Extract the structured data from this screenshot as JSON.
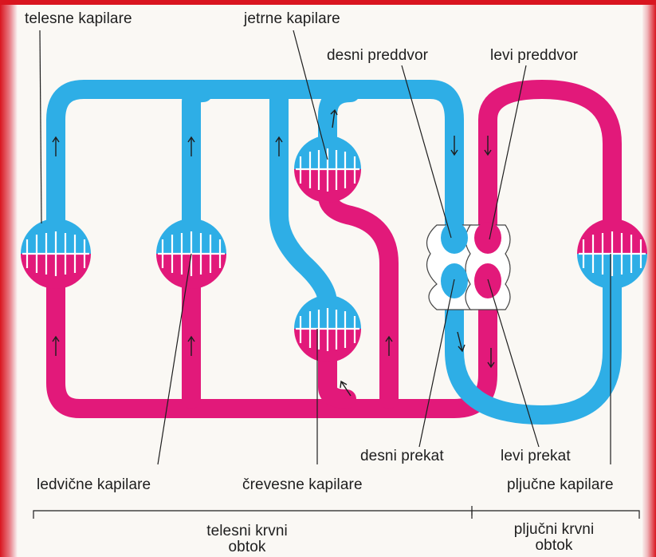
{
  "colors": {
    "systemic_blue": "#2eaee6",
    "pulmonary_pink": "#e2197a",
    "frame": "#d9151f",
    "line": "#1e1e1e"
  },
  "labels": {
    "telesne_kapilare": "telesne kapilare",
    "jetrne_kapilare": "jetrne kapilare",
    "desni_preddvor": "desni preddvor",
    "levi_preddvor": "levi preddvor",
    "desni_prekat": "desni prekat",
    "levi_prekat": "levi prekat",
    "ledvicne_kapilare": "ledvične kapilare",
    "crevesne_kapilare": "črevesne kapilare",
    "pljucne_kapilare": "pljučne kapilare",
    "telesni_krvni_obtok_1": "telesni krvni",
    "telesni_krvni_obtok_2": "obtok",
    "pljucni_krvni_obtok_1": "pljučni krvni",
    "pljucni_krvni_obtok_2": "obtok"
  }
}
